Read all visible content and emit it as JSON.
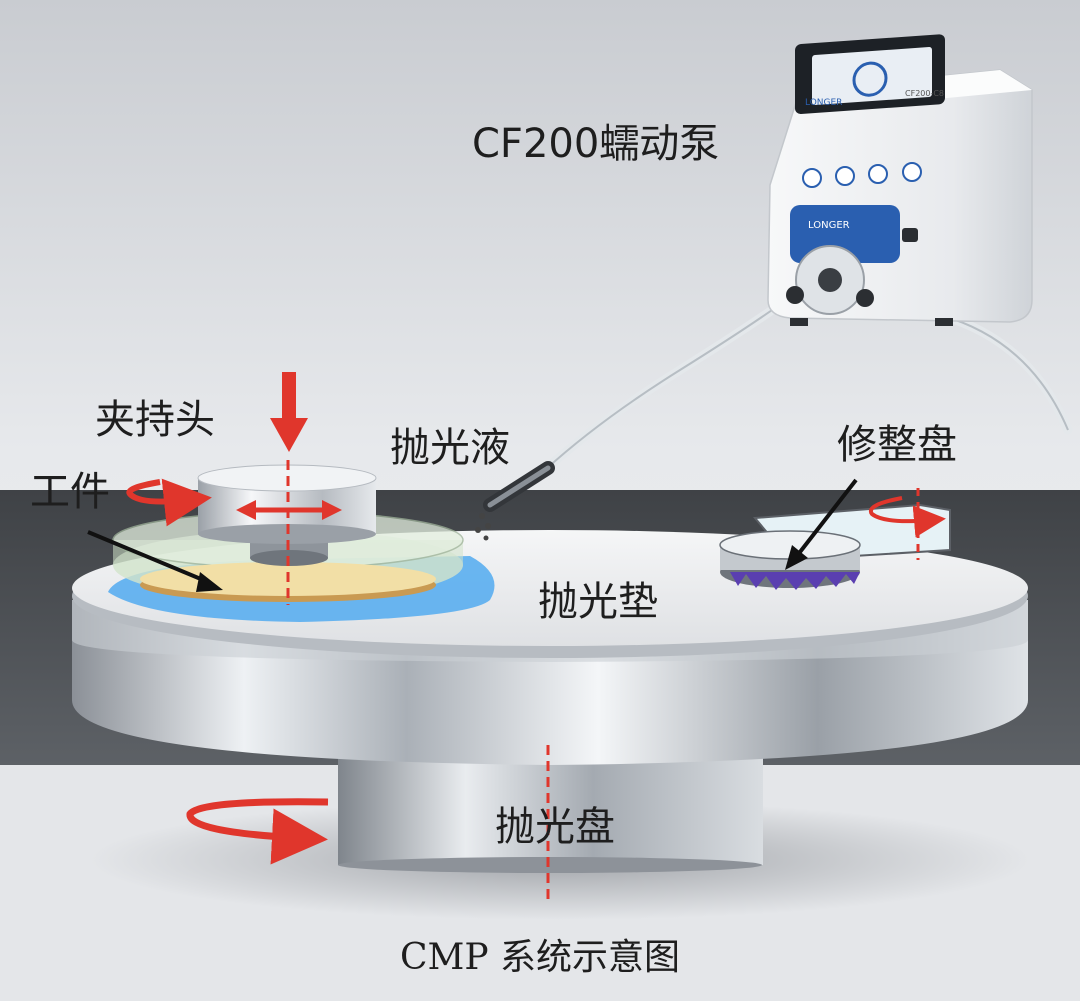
{
  "labels": {
    "pump": "CF200蠕动泵",
    "clamp_head": "夹持头",
    "workpiece": "工件",
    "slurry": "抛光液",
    "dresser": "修整盘",
    "pad": "抛光垫",
    "platen": "抛光盘"
  },
  "caption": "CMP 系统示意图",
  "pump_device": {
    "brand": "LONGER",
    "model": "CF200-C8"
  },
  "colors": {
    "arrow": "#e0362c",
    "slurry": "#5aaef0",
    "wafer": "#f2dfa6",
    "pump_accent": "#2a5fb0"
  }
}
